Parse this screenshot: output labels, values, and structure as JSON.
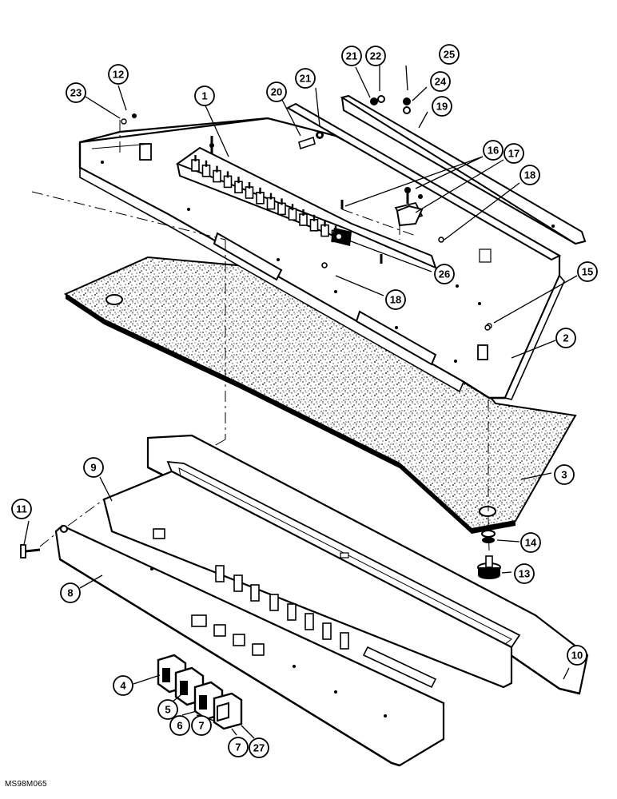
{
  "figure_code": "MS98M065",
  "callouts": [
    {
      "id": "c1",
      "label": "1"
    },
    {
      "id": "c2",
      "label": "2"
    },
    {
      "id": "c3",
      "label": "3"
    },
    {
      "id": "c4",
      "label": "4"
    },
    {
      "id": "c5",
      "label": "5"
    },
    {
      "id": "c6",
      "label": "6"
    },
    {
      "id": "c7a",
      "label": "7"
    },
    {
      "id": "c7b",
      "label": "7"
    },
    {
      "id": "c8",
      "label": "8"
    },
    {
      "id": "c9",
      "label": "9"
    },
    {
      "id": "c10",
      "label": "10"
    },
    {
      "id": "c11",
      "label": "11"
    },
    {
      "id": "c12",
      "label": "12"
    },
    {
      "id": "c13",
      "label": "13"
    },
    {
      "id": "c14",
      "label": "14"
    },
    {
      "id": "c15",
      "label": "15"
    },
    {
      "id": "c16",
      "label": "16"
    },
    {
      "id": "c17",
      "label": "17"
    },
    {
      "id": "c18a",
      "label": "18"
    },
    {
      "id": "c18b",
      "label": "18"
    },
    {
      "id": "c19",
      "label": "19"
    },
    {
      "id": "c20",
      "label": "20"
    },
    {
      "id": "c21a",
      "label": "21"
    },
    {
      "id": "c21b",
      "label": "21"
    },
    {
      "id": "c22",
      "label": "22"
    },
    {
      "id": "c23",
      "label": "23"
    },
    {
      "id": "c24",
      "label": "24"
    },
    {
      "id": "c25",
      "label": "25"
    },
    {
      "id": "c26",
      "label": "26"
    },
    {
      "id": "c27",
      "label": "27"
    }
  ]
}
